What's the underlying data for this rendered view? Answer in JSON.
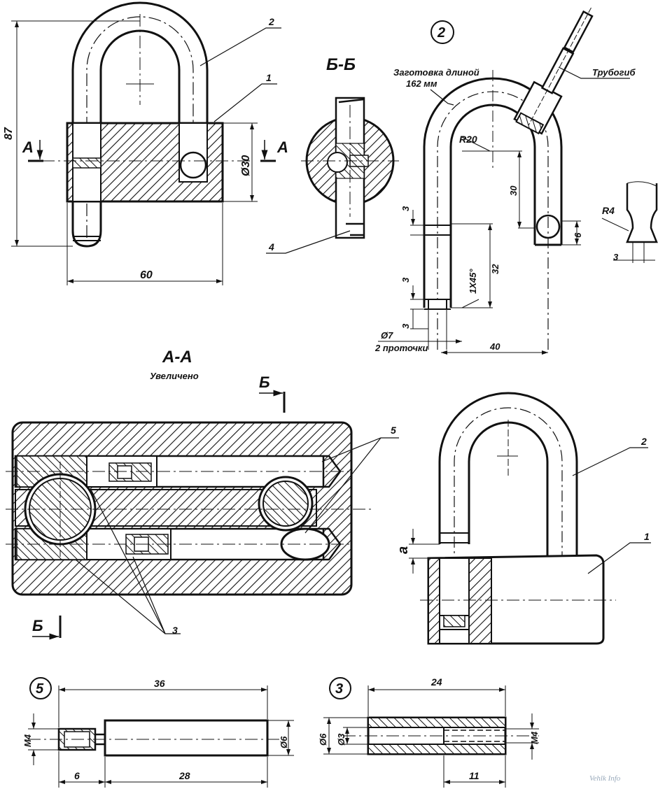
{
  "labels": {
    "dim_87": "87",
    "dim_60": "60",
    "dim_d30": "Ø30",
    "sec_A_left": "A",
    "sec_A_right": "A",
    "part2_top": "2",
    "part1_top": "1",
    "part4": "4",
    "section_BB": "Б-Б",
    "circ_2": "2",
    "blank_line1": "Заготовка длиной",
    "blank_line2": "162 мм",
    "tube_bender": "Трубогиб",
    "r20": "R20",
    "r4": "R4",
    "dim_3_a": "3",
    "dim_3_b": "3",
    "dim_3_c": "3",
    "dim_3_d": "3",
    "dim_30": "30",
    "dim_6_right": "6",
    "dim_32": "32",
    "chamfer": "1Х45°",
    "dim_d7": "Ø7",
    "grooves": "2 проточки",
    "dim_40": "40",
    "section_AA": "А-А",
    "enlarged": "Увеличено",
    "sec_B_top": "Б",
    "sec_B_bottom": "Б",
    "part5_sec": "5",
    "part3_sec": "3",
    "part2_view": "2",
    "part1_view": "1",
    "dim_a": "a",
    "circ_5": "5",
    "dim_36": "36",
    "dim_m4_5": "M4",
    "dim_d6_5": "Ø6",
    "dim_6_5": "6",
    "dim_28": "28",
    "circ_3": "3",
    "dim_24": "24",
    "dim_d6_3": "Ø6",
    "dim_d3_3": "Ø3",
    "dim_m4_3": "M4",
    "dim_11": "11",
    "watermark": "Vehlk Info"
  },
  "colors": {
    "ink": "#111111",
    "paper": "#ffffff"
  }
}
